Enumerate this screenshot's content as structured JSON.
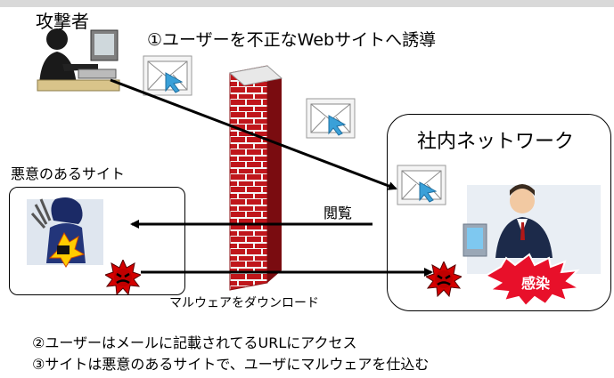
{
  "labels": {
    "attacker": "攻撃者",
    "step1": "①ユーザーを不正なWebサイトへ誘導",
    "malicious_site": "悪意のあるサイト",
    "corporate_network": "社内ネットワーク",
    "browse": "閲覧",
    "malware_download": "マルウェアをダウンロード",
    "infected": "感染",
    "step2": "②ユーザーはメールに記載されてるURLにアクセス",
    "step3": "③サイトは悪意のあるサイトで、ユーザにマルウェアを仕込む"
  },
  "icons": [
    "attacker-icon",
    "email-icon",
    "firewall-icon",
    "hacker-icon",
    "malware-icon",
    "office-worker-icon",
    "infection-burst-icon"
  ],
  "colors": {
    "firewall": "#c0161b",
    "malware": "#d40000",
    "infected_burst": "#e8102a",
    "email_cursor": "#3aa0d8",
    "top_bar": "#d9d9d9"
  }
}
